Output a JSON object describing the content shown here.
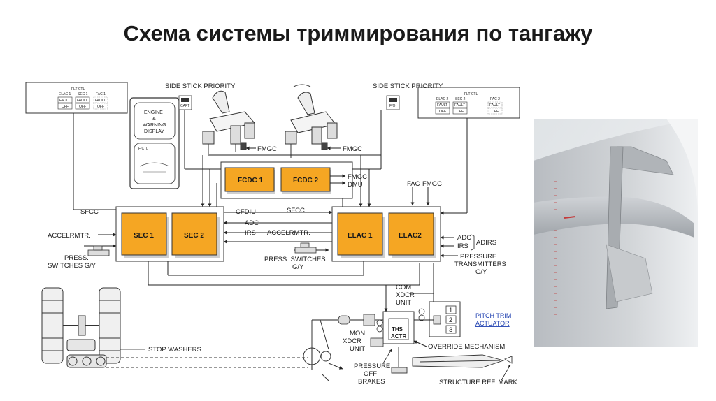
{
  "title": "Схема системы триммирования по тангажу",
  "diagram": {
    "blocks": {
      "sec1": "SEC 1",
      "sec2": "SEC 2",
      "elac1": "ELAC 1",
      "elac2": "ELAC2",
      "fcdc1": "FCDC 1",
      "fcdc2": "FCDC 2",
      "ths": "THS ACTR"
    },
    "labels": {
      "side_stick_priority": "SIDE STICK PRIORITY",
      "fmgc": "FMGC",
      "fmgc_dmu": [
        "FMGC",
        "DMU"
      ],
      "sfcc": "SFCC",
      "accel": "ACCELRMTR.",
      "press_switches": [
        "PRESS.",
        "SWITCHES G/Y"
      ],
      "press_switches_mid": [
        "PRESS. SWITCHES",
        "G/Y"
      ],
      "cfdiu": "CFDIU",
      "adc": "ADC",
      "irs": "IRS",
      "fac": "FAC",
      "adirs": "ADIRS",
      "pressure_transmitters": [
        "PRESSURE",
        "TRANSMITTERS",
        "G/Y"
      ],
      "com_xdcr": [
        "COM",
        "XDCR",
        "UNIT"
      ],
      "mon_xdcr": [
        "MON",
        "XDCR",
        "UNIT"
      ],
      "pitch_trim": [
        "PITCH TRIM",
        "ACTUATOR"
      ],
      "stop_washers": "STOP WASHERS",
      "override": "OVERRIDE MECHANISM",
      "pressure_off_brakes": [
        "PRESSURE",
        "OFF",
        "BRAKES"
      ],
      "structure_ref": "STRUCTURE REF. MARK",
      "engine_display": [
        "ENGINE",
        "&",
        "WARNING",
        "DISPLAY"
      ],
      "fctl_small": "F/CTL",
      "capt": "CAPT",
      "fo": "F/O",
      "panel_title": "FLT CTL",
      "panel_left_buttons": [
        "ELAC 1",
        "SEC 1",
        "FAC 1"
      ],
      "panel_right_buttons": [
        "ELAC 2",
        "SEC 2",
        "FAC 2"
      ],
      "fault": "FAULT",
      "off": "OFF",
      "motor_numbers": [
        "1",
        "2",
        "3"
      ]
    },
    "colors": {
      "block_fill": "#f5a623",
      "block_shadow": "#cfcfcf",
      "line": "#222222",
      "link": "#1e3fb0"
    }
  },
  "photo": {
    "description_icon": "stabilizer-fuselage-photo",
    "colors": {
      "sky": "#e9ecef",
      "surface": "#c9ccd0",
      "ref_mark": "#c43a3a"
    }
  }
}
